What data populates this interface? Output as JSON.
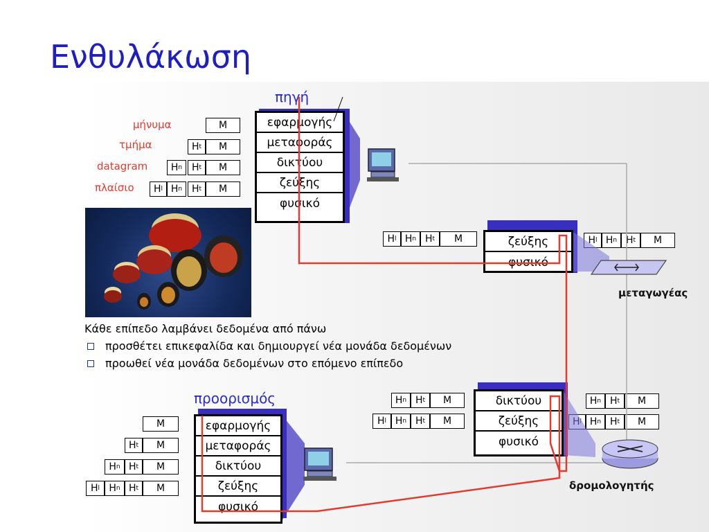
{
  "title": "Ενθυλάκωση",
  "source_label": "πηγή",
  "destination_label": "προορισμός",
  "legend": {
    "message": "μήνυμα",
    "segment": "τμήμα",
    "datagram": "datagram",
    "frame": "πλαίσιο"
  },
  "headers": {
    "M": "M",
    "Ht": "H",
    "Hn": "H",
    "Hl": "H",
    "t": "t",
    "n": "n",
    "l": "l"
  },
  "layers": {
    "application": "εφαρμογής",
    "transport": "μεταφοράς",
    "network": "δικτύου",
    "link": "ζεύξης",
    "physical": "φυσικό"
  },
  "switch_label": "μεταγωγέας",
  "router_label": "δρομολογητής",
  "bullets": {
    "intro": "Κάθε επίπεδο λαμβάνει δεδομένα από πάνω",
    "item1": "προσθέτει επικεφαλίδα και δημιουργεί νέα μονάδα δεδομένων",
    "item2": "προωθεί νέα μονάδα δεδομένων στο επόμενο επίπεδο"
  },
  "colors": {
    "title": "#1f1fbf",
    "path": "#e23b2e",
    "stack_shadow": "#3a2ec0"
  }
}
